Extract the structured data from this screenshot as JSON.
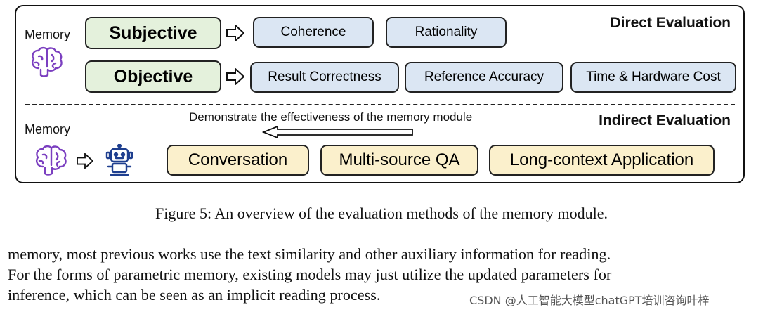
{
  "figure": {
    "direct_section": {
      "title": "Direct Evaluation",
      "memory_label": "Memory",
      "subjective": {
        "label": "Subjective",
        "items": [
          "Coherence",
          "Rationality"
        ]
      },
      "objective": {
        "label": "Objective",
        "items": [
          "Result Correctness",
          "Reference Accuracy",
          "Time & Hardware Cost"
        ]
      }
    },
    "indirect_section": {
      "title": "Indirect Evaluation",
      "memory_label": "Memory",
      "demonstrate_text": "Demonstrate the effectiveness of the memory module",
      "applications": [
        "Conversation",
        "Multi-source QA",
        "Long-context Application"
      ]
    },
    "colors": {
      "green_fill": "#e4f1dc",
      "blue_fill": "#dbe6f3",
      "yellow_fill": "#fbf0cc",
      "brain_purple": "#7b3fc0",
      "robot_blue": "#1f3f8f"
    },
    "icons": [
      "brain-icon",
      "robot-icon",
      "hollow-arrow-right-icon",
      "hollow-arrow-left-icon"
    ]
  },
  "caption": "Figure 5: An overview of the evaluation methods of the memory module.",
  "body_lines": [
    "memory, most previous works use the text similarity and other auxiliary information for reading.",
    "For the forms of parametric memory, existing models may just utilize the updated parameters for",
    "inference, which can be seen as an implicit reading process."
  ],
  "watermark": "CSDN @人工智能大模型chatGPT培训咨询叶梓"
}
